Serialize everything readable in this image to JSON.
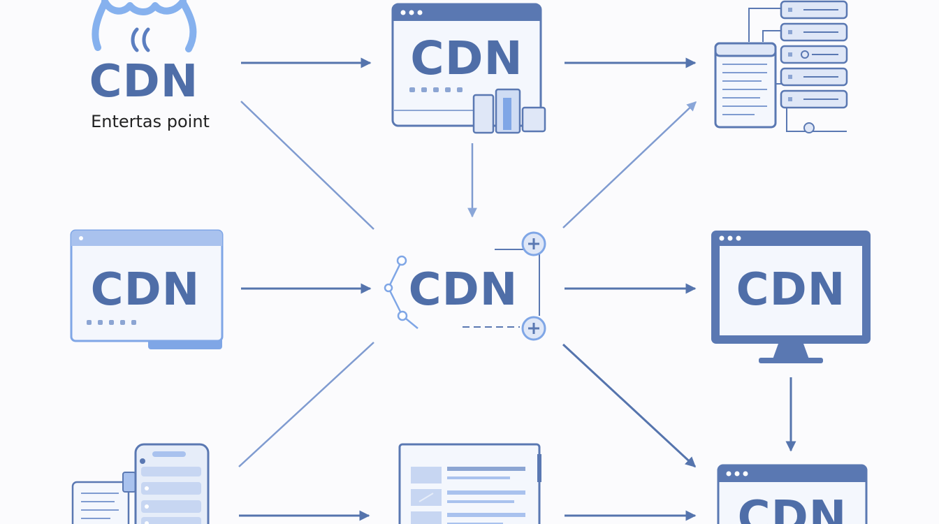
{
  "nodes": {
    "entry_point": {
      "label": "CDN",
      "caption": "Entertas point",
      "icon": "cloud-wifi-icon"
    },
    "top_center": {
      "label": "CDN",
      "icon": "browser-window-icon"
    },
    "top_right": {
      "icon": "server-rack-icon"
    },
    "mid_left": {
      "label": "CDN",
      "icon": "browser-window-icon"
    },
    "hub": {
      "label": "CDN",
      "icon": "network-hub-icon"
    },
    "mid_right": {
      "label": "CDN",
      "icon": "desktop-monitor-icon"
    },
    "bottom_left": {
      "icon": "mobile-devices-icon"
    },
    "bottom_center": {
      "icon": "document-window-icon"
    },
    "bottom_right": {
      "label": "CDN",
      "icon": "browser-window-icon"
    }
  },
  "colors": {
    "primary": "#4f6ea8",
    "light": "#dfe7f7",
    "accent": "#7fa6e6",
    "arrow": "#5574ad",
    "background": "#fbfbfd"
  }
}
